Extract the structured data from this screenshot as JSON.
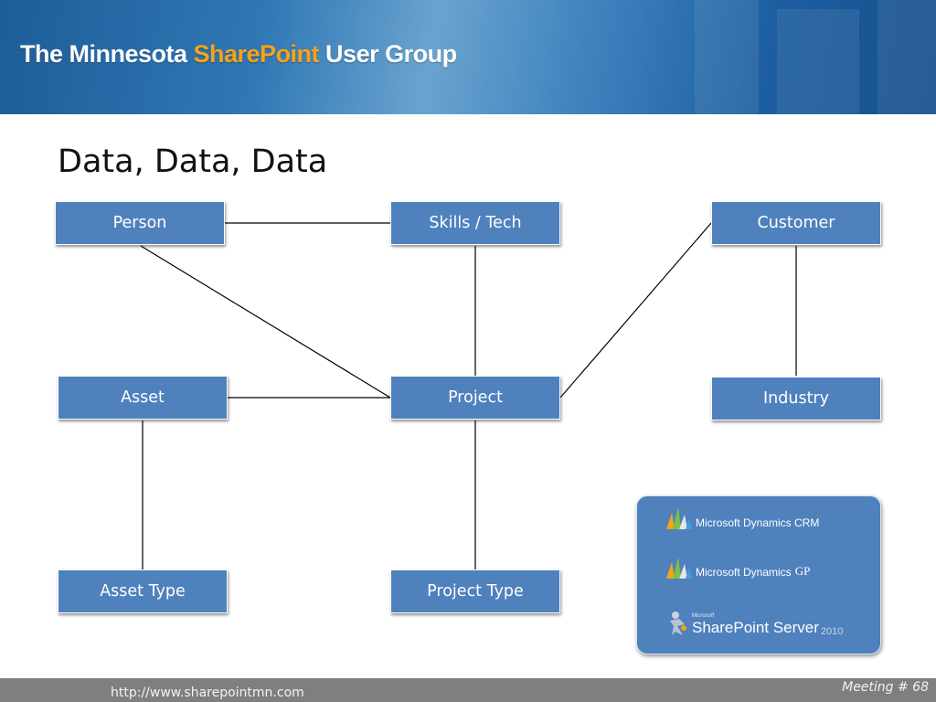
{
  "header": {
    "title_part1": "The Minnesota ",
    "title_part2": "SharePoint",
    "title_part3": " User Group",
    "accent_color": "#f6a21a"
  },
  "slide": {
    "title": "Data, Data, Data"
  },
  "diagram": {
    "node_color": "#4f81bd",
    "nodes": {
      "person": "Person",
      "skills_tech": "Skills / Tech",
      "customer": "Customer",
      "asset": "Asset",
      "project": "Project",
      "industry": "Industry",
      "asset_type": "Asset Type",
      "project_type": "Project Type"
    },
    "edges": [
      [
        "Person",
        "Skills / Tech"
      ],
      [
        "Person",
        "Project"
      ],
      [
        "Skills / Tech",
        "Project"
      ],
      [
        "Customer",
        "Project"
      ],
      [
        "Customer",
        "Industry"
      ],
      [
        "Asset",
        "Project"
      ],
      [
        "Asset",
        "Asset Type"
      ],
      [
        "Project",
        "Project Type"
      ]
    ]
  },
  "logos": {
    "crm": "Microsoft Dynamics CRM",
    "gp_prefix": "Microsoft Dynamics",
    "gp_suffix": "GP",
    "sp_brand": "Microsoft",
    "sp_name": "SharePoint Server",
    "sp_year": "2010"
  },
  "footer": {
    "url": "http://www.sharepointmn.com",
    "meeting": "Meeting # 68"
  }
}
